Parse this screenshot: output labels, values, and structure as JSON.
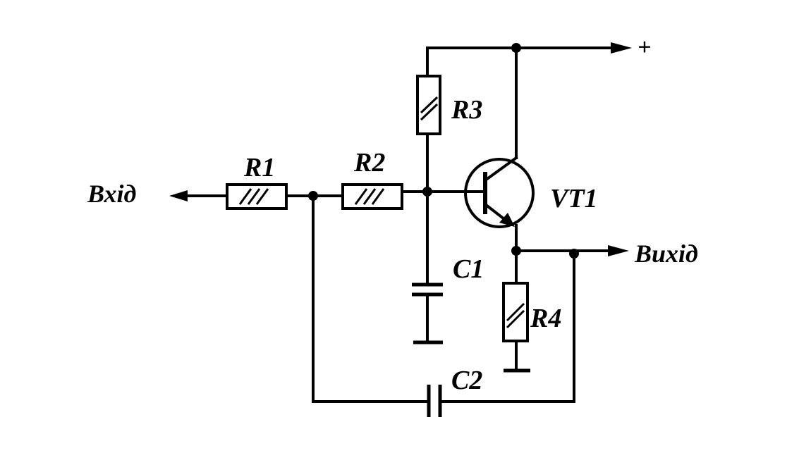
{
  "labels": {
    "input": "Вхід",
    "output": "Вихід",
    "supply": "+",
    "r1": "R1",
    "r2": "R2",
    "r3": "R3",
    "r4": "R4",
    "c1": "C1",
    "c2": "C2",
    "vt1": "VT1"
  }
}
